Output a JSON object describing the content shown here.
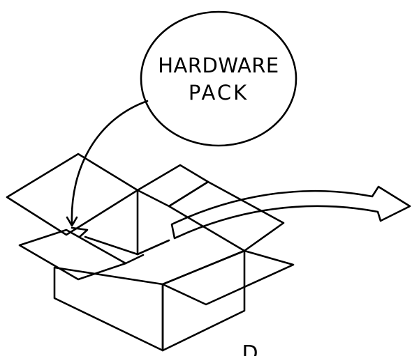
{
  "callout": {
    "line1": "HARDWARE",
    "line2": "PACK"
  },
  "figure_letter": "D",
  "colors": {
    "ink": "#000000",
    "background": "#ffffff"
  }
}
